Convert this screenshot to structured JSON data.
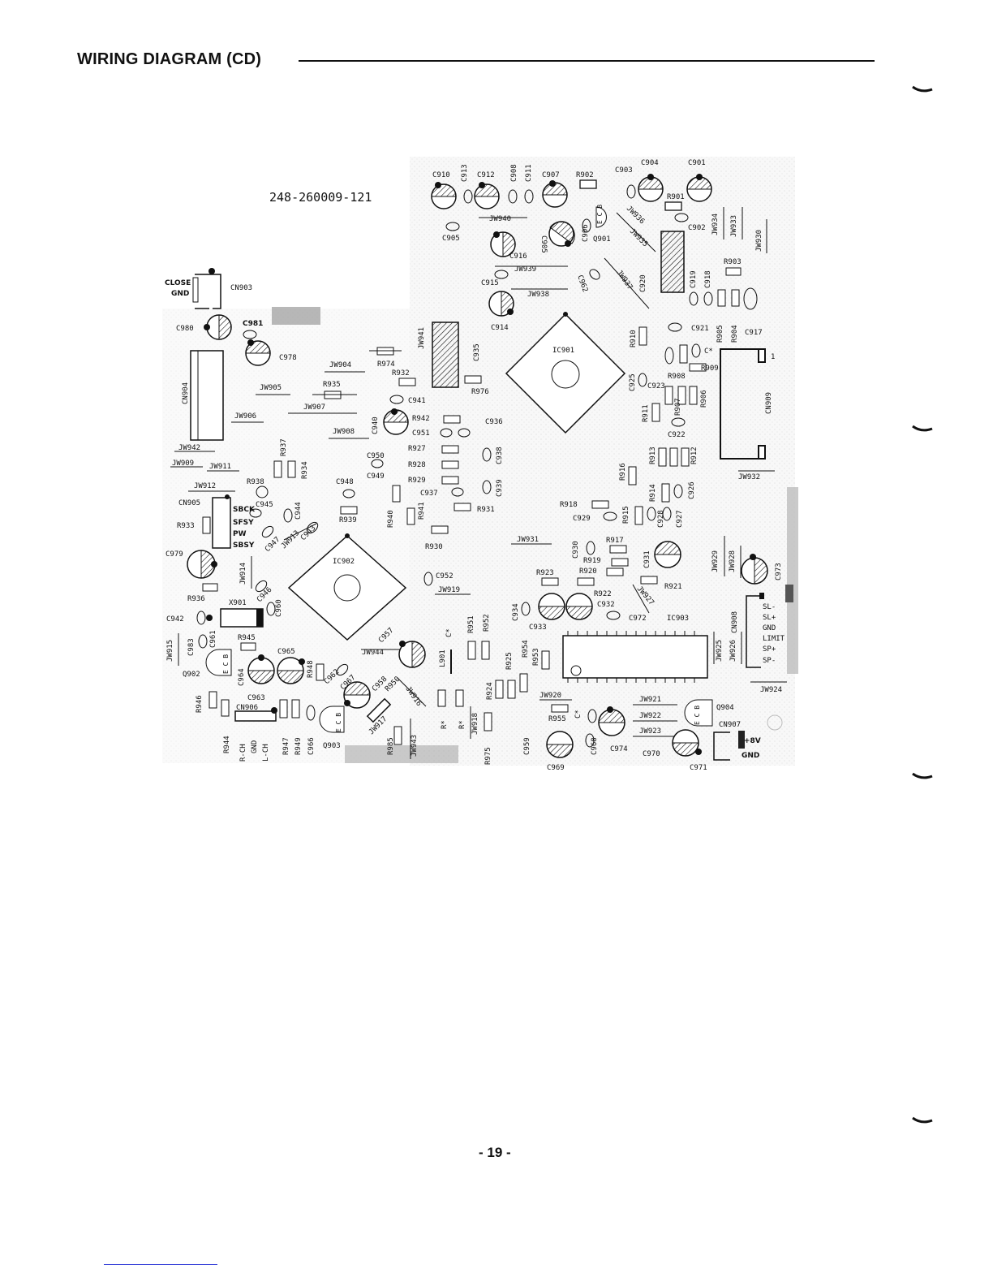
{
  "header": {
    "title": "WIRING DIAGRAM (CD)"
  },
  "board": {
    "part_number": "248-260009-121"
  },
  "footer": {
    "page_number": "- 19 -"
  },
  "labels": {
    "close": "CLOSE",
    "gnd": "GND",
    "cn903": "CN903",
    "c980": "C980",
    "c981": "C981",
    "c978": "C978",
    "cn904": "CN904",
    "jw904": "JW904",
    "r974": "R974",
    "jw905": "JW905",
    "r935": "R935",
    "jw907": "JW907",
    "jw906": "JW906",
    "jw908": "JW908",
    "jw942": "JW942",
    "jw909": "JW909",
    "jw911": "JW911",
    "jw912": "JW912",
    "cn905": "CN905",
    "sbck": "SBCK",
    "sfsy": "SFSY",
    "pw": "PW",
    "sbsy": "SBSY",
    "r933": "R933",
    "c979": "C979",
    "r936": "R936",
    "x901": "X901",
    "c942": "C942",
    "jw915": "JW915",
    "c983": "C983",
    "c961": "C961",
    "q902": "Q902",
    "r946": "R946",
    "r944": "R944",
    "c964": "C964",
    "c963": "C963",
    "cn906": "CN906",
    "rch": "R-CH",
    "lch": "L-CH",
    "r947": "R947",
    "r949": "R949",
    "c966": "C966",
    "r945": "R945",
    "c965": "C965",
    "r948": "R948",
    "q903": "Q903",
    "r985": "R985",
    "jw943": "JW943",
    "jw917": "JW917",
    "c962": "C962",
    "c967": "C967",
    "c958": "C958",
    "r950": "R950",
    "jw916": "JW916",
    "c957": "C957",
    "jw944": "JW944",
    "l901": "L901",
    "jw918": "JW918",
    "rx": "R*",
    "c910": "C910",
    "c913": "C913",
    "c912": "C912",
    "c908": "C908",
    "c911": "C911",
    "c907": "C907",
    "r902": "R902",
    "c903": "C903",
    "c904": "C904",
    "c901": "C901",
    "r901": "R901",
    "c905": "C905",
    "jw940": "JW940",
    "c906": "C906",
    "c905b": "C905",
    "q901": "Q901",
    "c916": "C916",
    "jw939": "JW939",
    "c915": "C915",
    "jw938": "JW938",
    "c914": "C914",
    "c902": "C902",
    "jw934": "JW934",
    "jw933": "JW933",
    "jw930": "JW930",
    "jw936": "JW936",
    "jw935": "JW935",
    "jw937": "JW937",
    "c920": "C920",
    "c919": "C919",
    "c918": "C918",
    "r903": "R903",
    "jw941": "JW941",
    "c935": "C935",
    "r932": "R932",
    "r976": "R976",
    "c941": "C941",
    "ic901": "IC901",
    "r910": "R910",
    "c921": "C921",
    "r905": "R905",
    "r904": "R904",
    "c917": "C917",
    "cx": "C*",
    "r909": "R909",
    "c925": "C925",
    "c923": "C923",
    "r908": "R908",
    "r907": "R907",
    "r906": "R906",
    "r911": "R911",
    "c922": "C922",
    "cn909": "CN909",
    "pin1": "1",
    "c940": "C940",
    "r942": "R942",
    "c951": "C951",
    "c936": "C936",
    "r937": "R937",
    "r934": "R934",
    "c950": "C950",
    "r927": "R927",
    "c938": "C938",
    "c949": "C949",
    "r928": "R928",
    "r929": "R929",
    "c939": "C939",
    "r938": "R938",
    "c948": "C948",
    "c937": "C937",
    "r931": "R931",
    "c945": "C945",
    "c944": "C944",
    "r939": "R939",
    "r940": "R940",
    "r941": "R941",
    "c947": "C947",
    "jw913": "JW913",
    "c943": "C943",
    "r930": "R930",
    "jw914": "JW914",
    "ic902": "IC902",
    "c946": "C946",
    "c960": "C960",
    "c952": "C952",
    "jw919": "JW919",
    "r913": "R913",
    "r912": "R912",
    "r916": "R916",
    "jw932": "JW932",
    "r914": "R914",
    "c926": "C926",
    "r918": "R918",
    "c929": "C929",
    "r915": "R915",
    "c928": "C928",
    "c927": "C927",
    "jw931": "JW931",
    "c930": "C930",
    "r917": "R917",
    "r919": "R919",
    "r920": "R920",
    "c931": "C931",
    "jw929": "JW929",
    "jw928": "JW928",
    "c973": "C973",
    "r923": "R923",
    "r921": "R921",
    "r922": "R922",
    "jw927": "JW927",
    "c932": "C932",
    "c934": "C934",
    "c933": "C933",
    "c972": "C972",
    "ic903": "IC903",
    "r951": "R951",
    "r952": "R952",
    "cn908": "CN908",
    "sl_minus": "SL-",
    "sl_plus": "SL+",
    "gnd2": "GND",
    "limit": "LIMIT",
    "sp_plus": "SP+",
    "sp_minus": "SP-",
    "jw925": "JW925",
    "jw926": "JW926",
    "jw924": "JW924",
    "r954": "R954",
    "r953": "R953",
    "r925": "R925",
    "r924": "R924",
    "jw920": "JW920",
    "r955": "R955",
    "jw921": "JW921",
    "jw922": "JW922",
    "jw923": "JW923",
    "q904": "Q904",
    "cn907": "CN907",
    "plus8v": "+8V",
    "gnd3": "GND",
    "c974": "C974",
    "c970": "C970",
    "c971": "C971",
    "c959": "C959",
    "c968": "C968",
    "c969": "C969",
    "r975": "R975",
    "ecb": "E C B"
  }
}
